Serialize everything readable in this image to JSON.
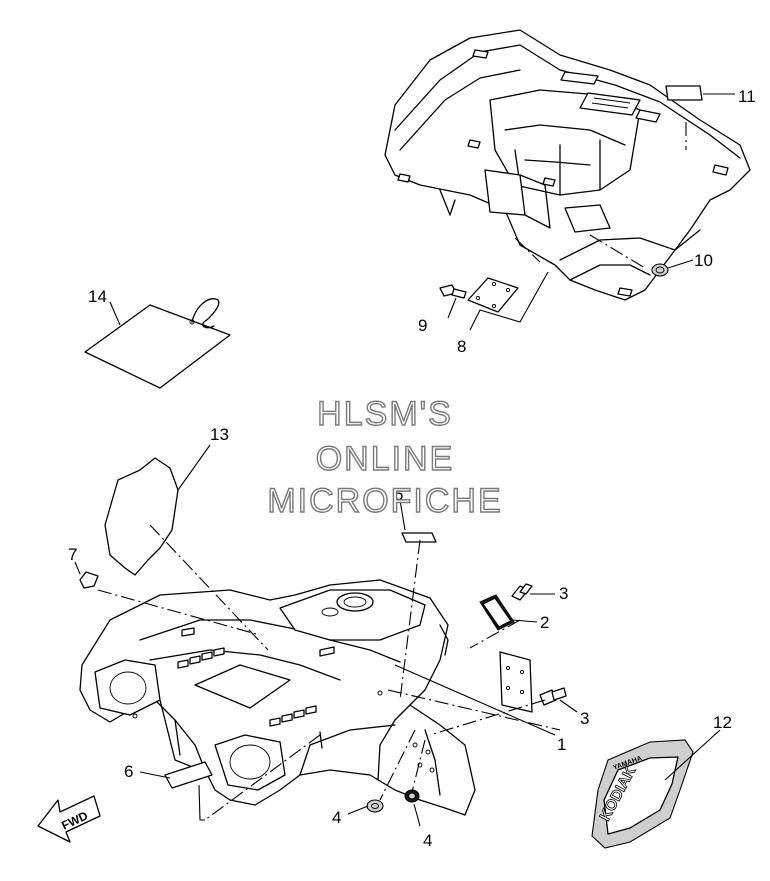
{
  "watermark": {
    "line1": "HLSM'S",
    "line2": "ONLINE",
    "line3": "MICROFICHE"
  },
  "direction_marker": {
    "label": "FWD"
  },
  "decal_text": {
    "brand": "YAMAHA",
    "model": "KODIAK"
  },
  "callouts": [
    {
      "id": "callout-1",
      "number": "1"
    },
    {
      "id": "callout-2",
      "number": "2"
    },
    {
      "id": "callout-3a",
      "number": "3"
    },
    {
      "id": "callout-3b",
      "number": "3"
    },
    {
      "id": "callout-4a",
      "number": "4"
    },
    {
      "id": "callout-4b",
      "number": "4"
    },
    {
      "id": "callout-5",
      "number": "5"
    },
    {
      "id": "callout-6",
      "number": "6"
    },
    {
      "id": "callout-7",
      "number": "7"
    },
    {
      "id": "callout-8",
      "number": "8"
    },
    {
      "id": "callout-9",
      "number": "9"
    },
    {
      "id": "callout-10",
      "number": "10"
    },
    {
      "id": "callout-11",
      "number": "11"
    },
    {
      "id": "callout-12",
      "number": "12"
    },
    {
      "id": "callout-13",
      "number": "13"
    },
    {
      "id": "callout-14",
      "number": "14"
    }
  ]
}
